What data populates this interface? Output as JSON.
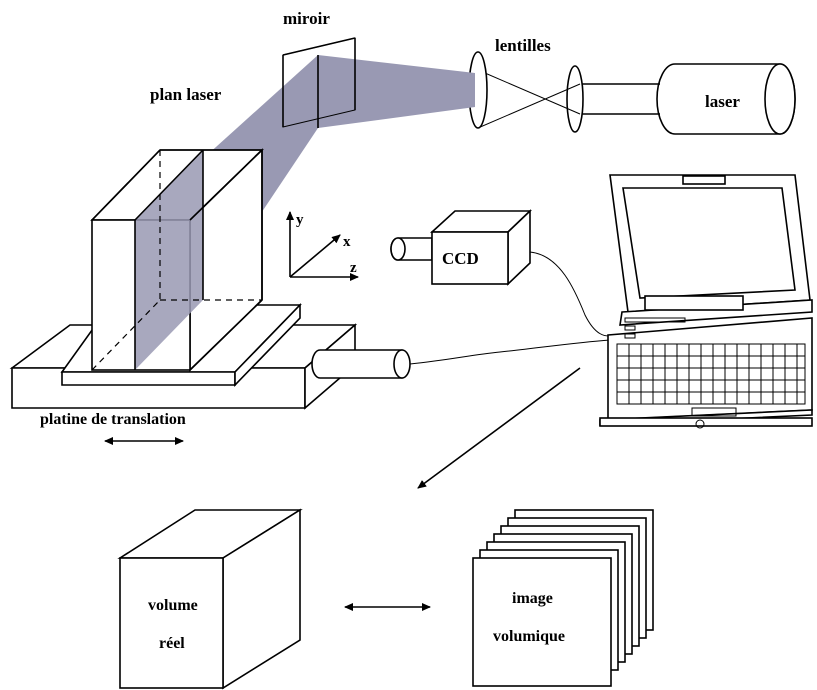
{
  "labels": {
    "mirror": "miroir",
    "lenses": "lentilles",
    "laser_plane": "plan laser",
    "laser": "laser",
    "camera": "CCD",
    "stage": "platine de translation",
    "axis_x": "x",
    "axis_y": "y",
    "axis_z": "z",
    "real_volume_line1": "volume",
    "real_volume_line2": "réel",
    "volume_image_line1": "image",
    "volume_image_line2": "volumique"
  },
  "colors": {
    "laser_sheet": "#9999b3",
    "line": "#000000",
    "background": "#ffffff"
  }
}
